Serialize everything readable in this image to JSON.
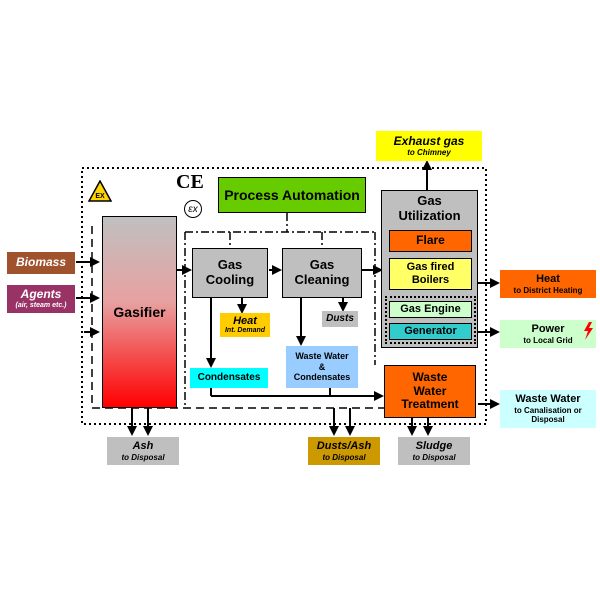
{
  "inputs": {
    "biomass": "Biomass",
    "agents": "Agents",
    "agents_sub": "(air, steam etc.)"
  },
  "process": {
    "gasifier": "Gasifier",
    "gas_cooling": "Gas\nCooling",
    "gas_cleaning": "Gas\nCleaning",
    "process_automation": "Process Automation",
    "gas_utilization": "Gas\nUtilization",
    "flare": "Flare",
    "gas_fired_boilers": "Gas fired\nBoilers",
    "gas_engine": "Gas Engine",
    "generator": "Generator",
    "waste_water_treatment": "Waste\nWater\nTreatment",
    "heat": "Heat",
    "heat_sub": "Int. Demand",
    "dusts": "Dusts",
    "condensates": "Condensates",
    "waste_water_condensates": "Waste Water\n&\nCondensates"
  },
  "outputs": {
    "exhaust_gas": "Exhaust gas",
    "exhaust_gas_sub": "to Chimney",
    "heat": "Heat",
    "heat_sub": "to District Heating",
    "power": "Power",
    "power_sub": "to Local Grid",
    "waste_water": "Waste Water",
    "waste_water_sub": "to Canalisation or\nDisposal",
    "ash": "Ash",
    "ash_sub": "to Disposal",
    "dusts_ash": "Dusts/Ash",
    "dusts_ash_sub": "to Disposal",
    "sludge": "Sludge",
    "sludge_sub": "to Disposal"
  },
  "marks": {
    "ce": "CE",
    "ex": "EX",
    "ex_symbol": "εx"
  },
  "colors": {
    "orange": "#ff6600",
    "yellow": "#ffff00",
    "green_box": "#66cc00",
    "gray_box": "#bfbfbf",
    "gray_dark": "#a6a6a6",
    "cyan": "#00ffff",
    "light_blue": "#99ccff",
    "teal": "#33cccc",
    "brown": "#a0522d",
    "purple": "#993366",
    "light_green": "#ccffcc",
    "light_cyan": "#ccffff",
    "gold": "#cc9900"
  }
}
